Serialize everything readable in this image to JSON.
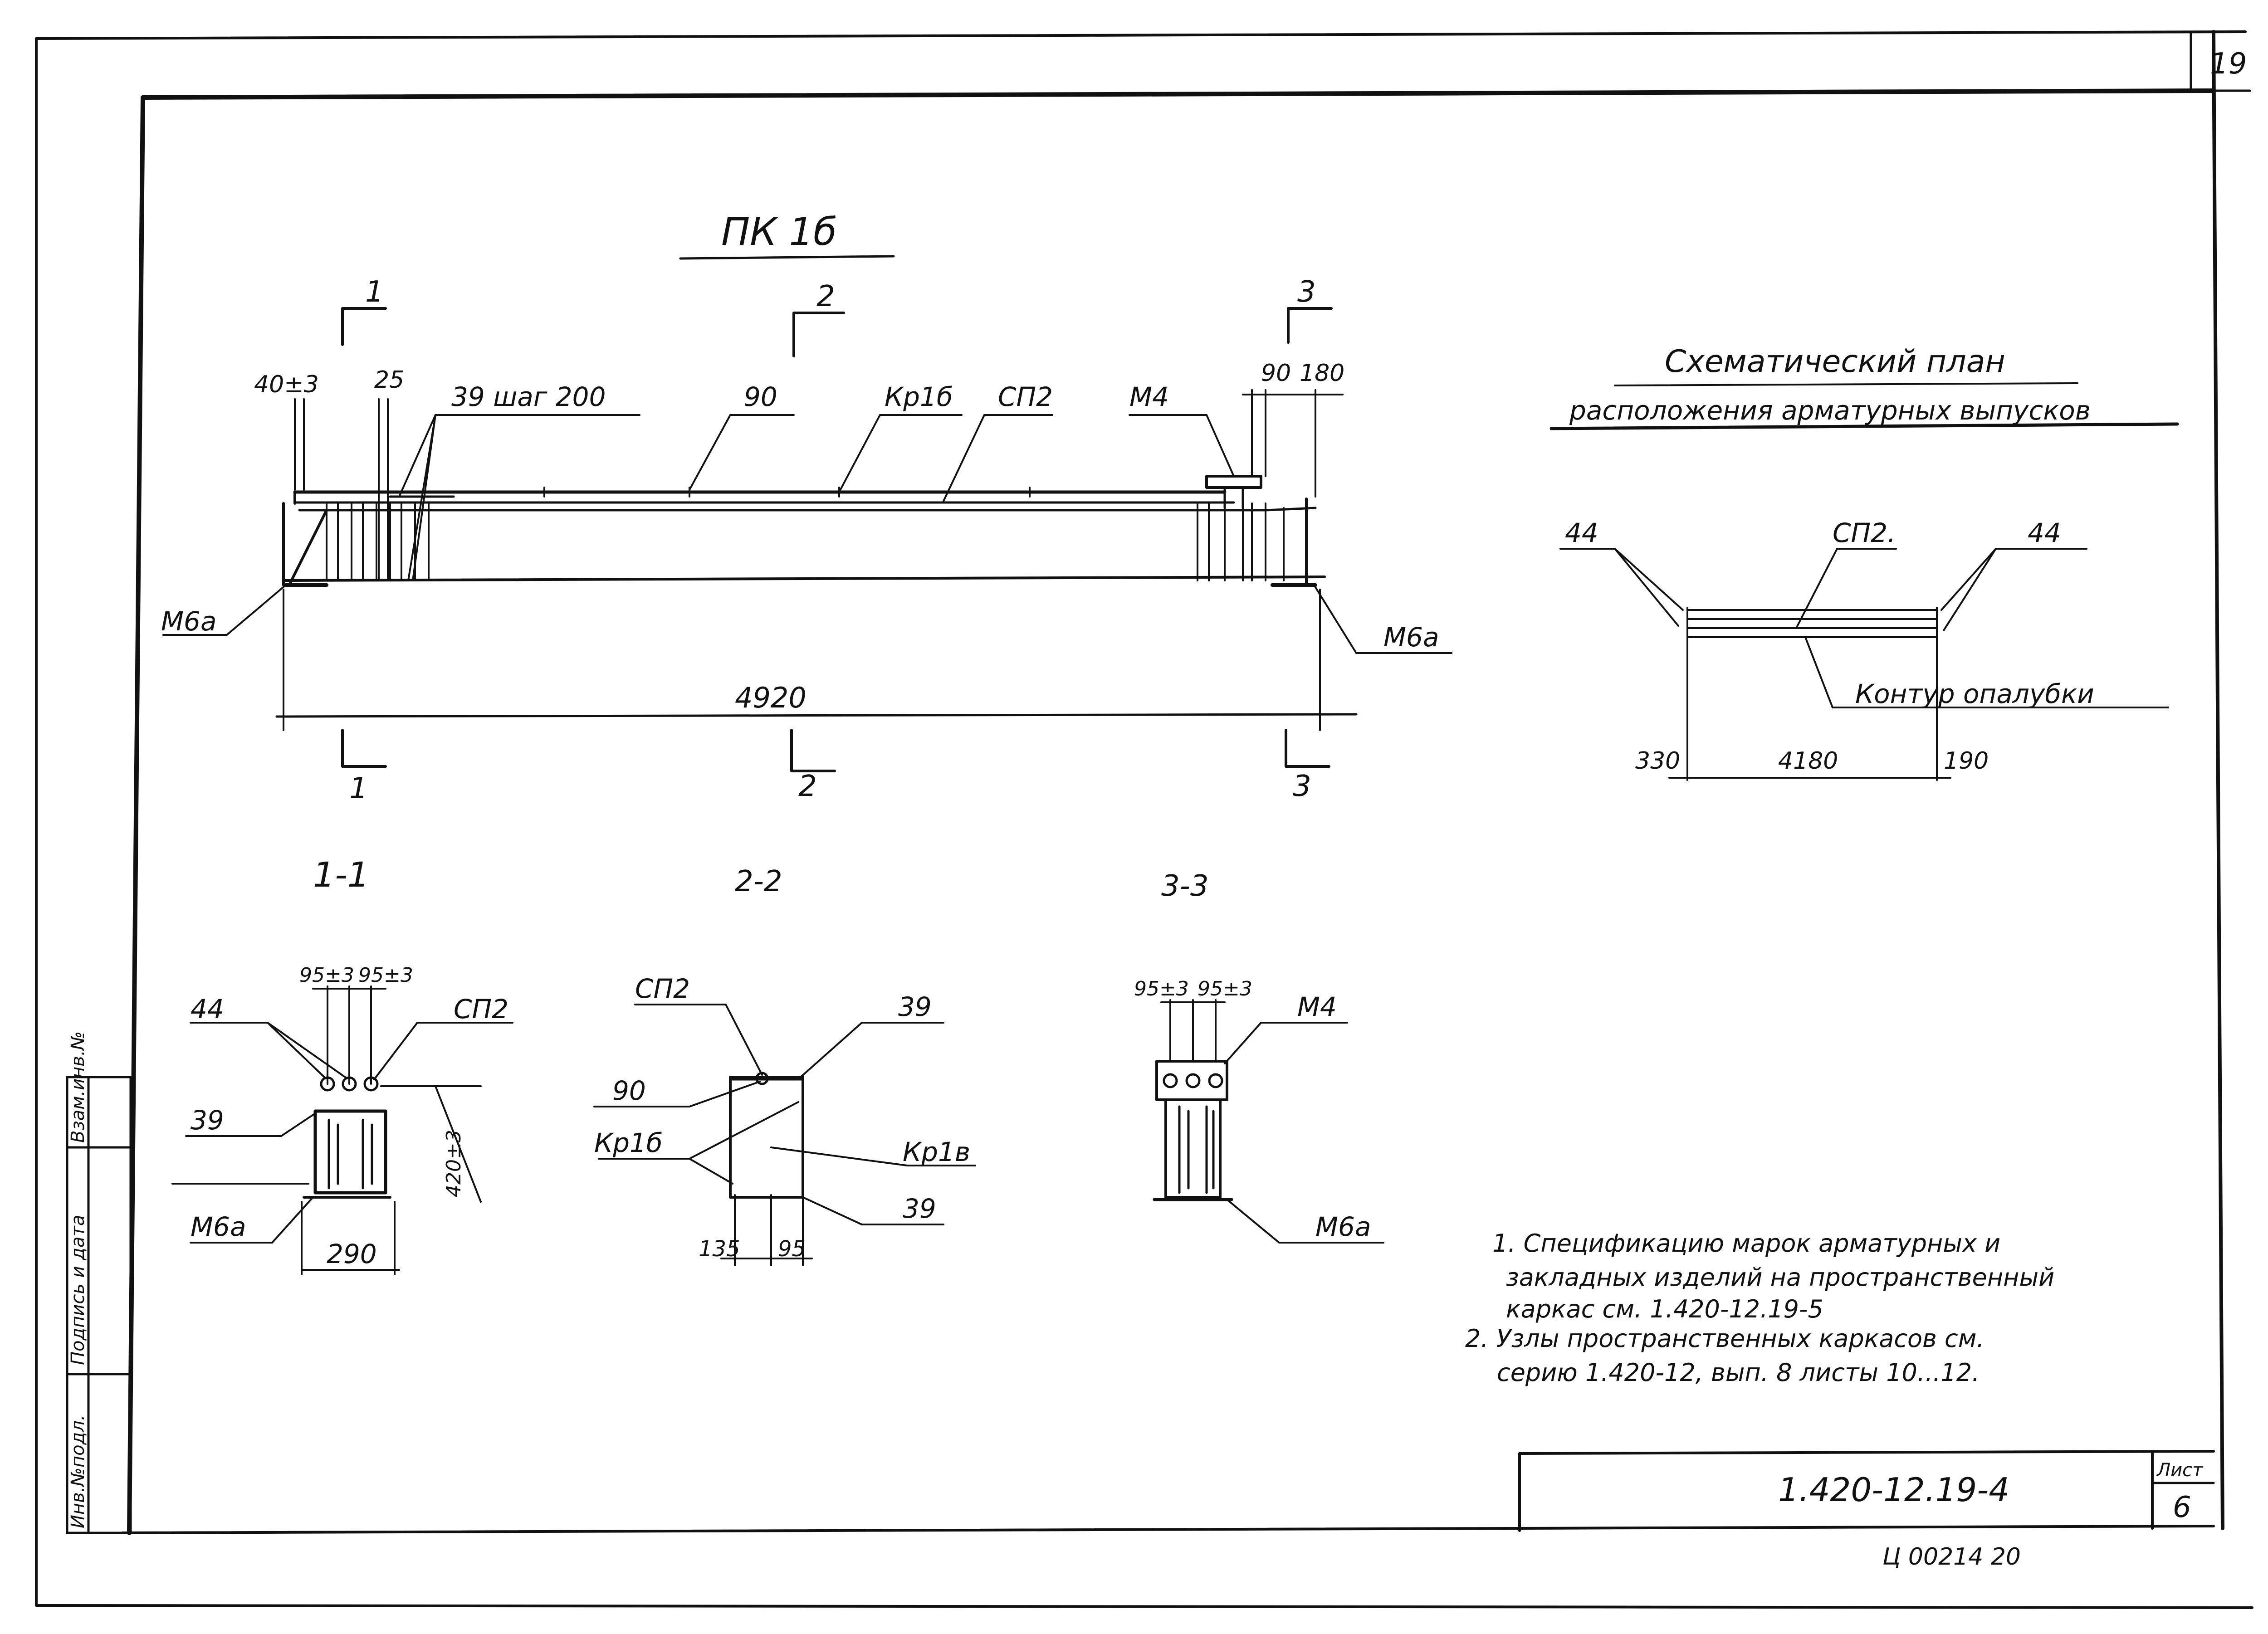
{
  "sheet": {
    "page_number": "19",
    "drawing_code": "1.420-12.19-4",
    "sheet_label": "Лист",
    "sheet_number": "6",
    "archive_number": "Ц 00214 20",
    "side_stamp": [
      "Инв.№подл.",
      "Подпись и дата",
      "Взам.инв.№"
    ]
  },
  "elevation": {
    "title": "ПК 1б",
    "section_marks": [
      "1",
      "2",
      "3"
    ],
    "labels": {
      "end_offset": "40±3",
      "first_step": "25",
      "bars": "39 шаг 200",
      "p90": "90",
      "frame": "Кр1б",
      "sp2": "СП2",
      "m4": "М4",
      "d90": "90",
      "d180": "180",
      "m6a_left": "М6а",
      "m6a_right": "М6а",
      "length": "4920"
    }
  },
  "plan": {
    "title": "Схематический план",
    "subtitle": "расположения арматурных выпусков",
    "left": "44",
    "right": "44",
    "sp2": "СП2.",
    "contour": "Контур опалубки",
    "d330": "330",
    "d4180": "4180",
    "d190": "190"
  },
  "section_1": {
    "title": "1-1",
    "d95a": "95±3",
    "d95b": "95±3",
    "rod44": "44",
    "sp2": "СП2",
    "bar39": "39",
    "height": "420±3",
    "m6a": "М6а",
    "width": "290"
  },
  "section_2": {
    "title": "2-2",
    "sp2": "СП2",
    "bar39_top": "39",
    "p90": "90",
    "kr1b_left": "Кр1б",
    "kr1v_right": "Кр1в",
    "bar39_bottom": "39",
    "d135": "135",
    "d95": "95"
  },
  "section_3": {
    "title": "3-3",
    "d95a": "95±3",
    "d95b": "95±3",
    "m4": "М4",
    "m6a": "М6а"
  },
  "notes": [
    "1. Спецификацию марок арматурных и",
    "закладных изделий на пространственный",
    "каркас см. 1.420-12.19-5",
    "2. Узлы пространственных каркасов см.",
    "серию 1.420-12, вып. 8 листы 10...12."
  ]
}
